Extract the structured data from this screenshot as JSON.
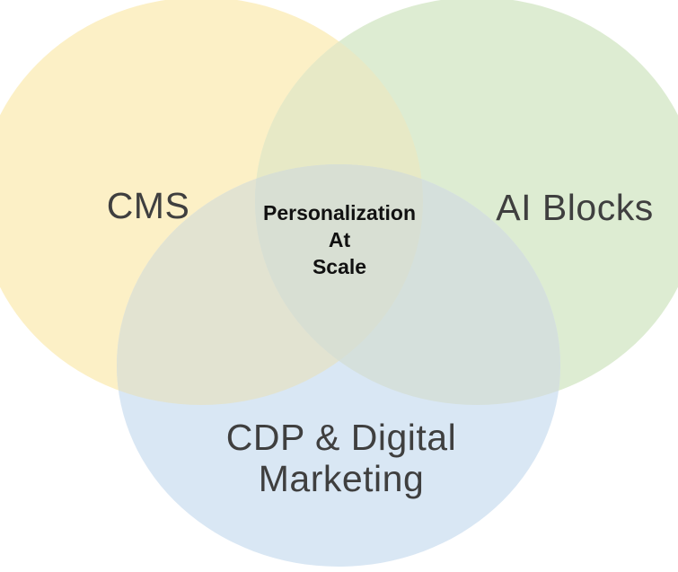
{
  "page": {
    "background": "#ffffff"
  },
  "diagram": {
    "type": "venn",
    "sets": [
      {
        "id": "cms",
        "label": "CMS",
        "fill": "#fcf0c6",
        "position": "top-left"
      },
      {
        "id": "ai-blocks",
        "label": "AI Blocks",
        "fill": "#ddecd2",
        "position": "top-right"
      },
      {
        "id": "cdp-digital-marketing",
        "label": "CDP & Digital Marketing",
        "label_lines": [
          "CDP & Digital",
          "Marketing"
        ],
        "fill": "#d9e7f4",
        "position": "bottom-center"
      }
    ],
    "overlaps": {
      "cms_ai": "#e7e9c6",
      "cms_cdp": "#e2e3d1",
      "ai_cdp": "#d5e0dc",
      "center": "#d8dfd3"
    },
    "center_label": {
      "lines": [
        "Personalization",
        "At",
        "Scale"
      ],
      "text": "Personalization At Scale"
    },
    "set_label_color": "#3f3f3f",
    "center_label_color": "#111111"
  }
}
